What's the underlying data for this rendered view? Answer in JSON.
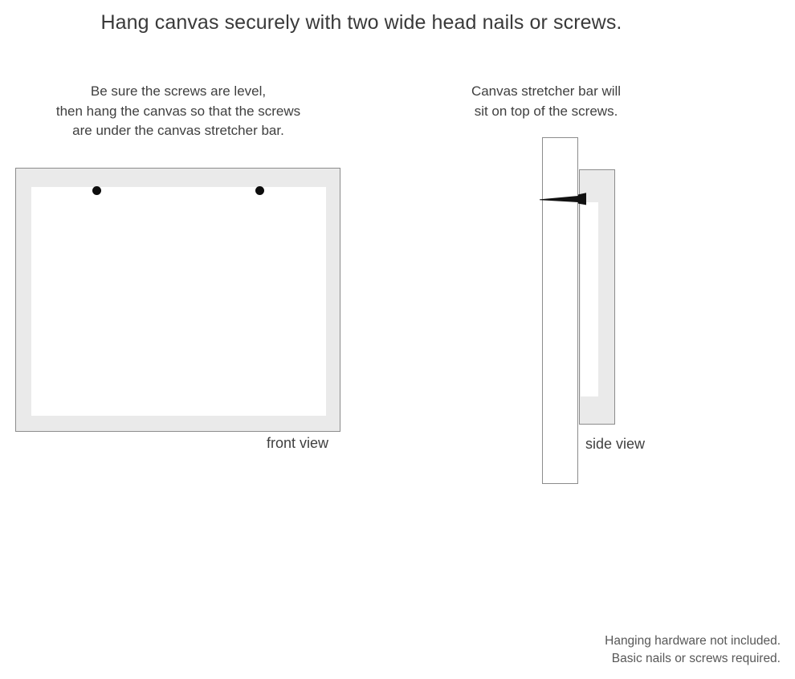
{
  "page": {
    "title": "Hang canvas securely with two wide head nails or screws."
  },
  "instructions": {
    "left": {
      "lines": [
        "Be sure the screws are level,",
        "then hang the canvas so that the screws",
        "are under the canvas stretcher bar."
      ]
    },
    "right": {
      "lines": [
        "Canvas stretcher bar will",
        "sit on top of the screws."
      ]
    }
  },
  "diagrams": {
    "front": {
      "label": "front view",
      "frame_color": "#eaeaea",
      "frame_border_color": "#8c8c8c",
      "canvas_color": "#ffffff",
      "screws": [
        {
          "name": "left-screw",
          "color": "#0d0d0d"
        },
        {
          "name": "right-screw",
          "color": "#0d0d0d"
        }
      ]
    },
    "side": {
      "label": "side view",
      "wall_color": "#ffffff",
      "stretcher_color": "#eaeaea",
      "stretcher_border_color": "#8c8c8c",
      "nail_color": "#111111"
    }
  },
  "footer": {
    "lines": [
      "Hanging hardware not included.",
      "Basic nails or screws required."
    ]
  }
}
